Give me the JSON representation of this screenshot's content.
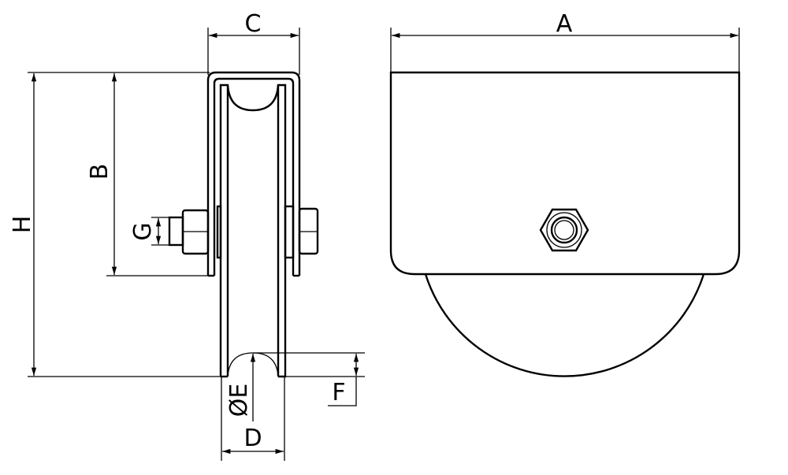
{
  "labels": {
    "A": "A",
    "B": "B",
    "C": "C",
    "D": "D",
    "E": "ØE",
    "F": "F",
    "G": "G",
    "H": "H"
  },
  "colors": {
    "line": "#000000",
    "background": "#ffffff"
  }
}
